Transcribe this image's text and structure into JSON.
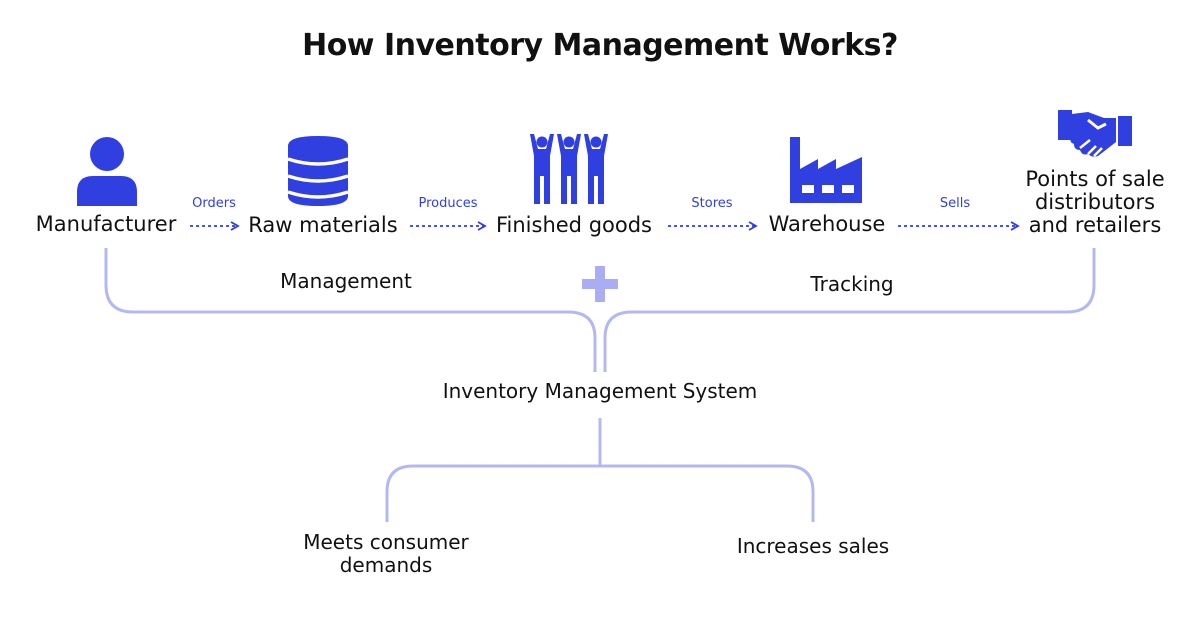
{
  "title": "How Inventory Management Works?",
  "colors": {
    "accent": "#2f3fe0",
    "connector": "#b4b8f0",
    "plus": "#a9adf3",
    "text": "#111111"
  },
  "flow": {
    "nodes": [
      {
        "label": "Manufacturer",
        "icon": "person-icon"
      },
      {
        "label": "Raw materials",
        "icon": "database-icon"
      },
      {
        "label": "Finished goods",
        "icon": "people-group-icon"
      },
      {
        "label": "Warehouse",
        "icon": "factory-icon"
      },
      {
        "label_lines": [
          "Points of sale",
          "distributors",
          "and retailers"
        ],
        "icon": "handshake-icon"
      }
    ],
    "edges": [
      "Orders",
      "Produces",
      "Stores",
      "Sells"
    ]
  },
  "branches": {
    "left": "Management",
    "right": "Tracking",
    "join_icon": "plus-icon"
  },
  "system": "Inventory Management System",
  "outcomes": {
    "left_lines": [
      "Meets consumer",
      "demands"
    ],
    "right": "Increases sales"
  }
}
